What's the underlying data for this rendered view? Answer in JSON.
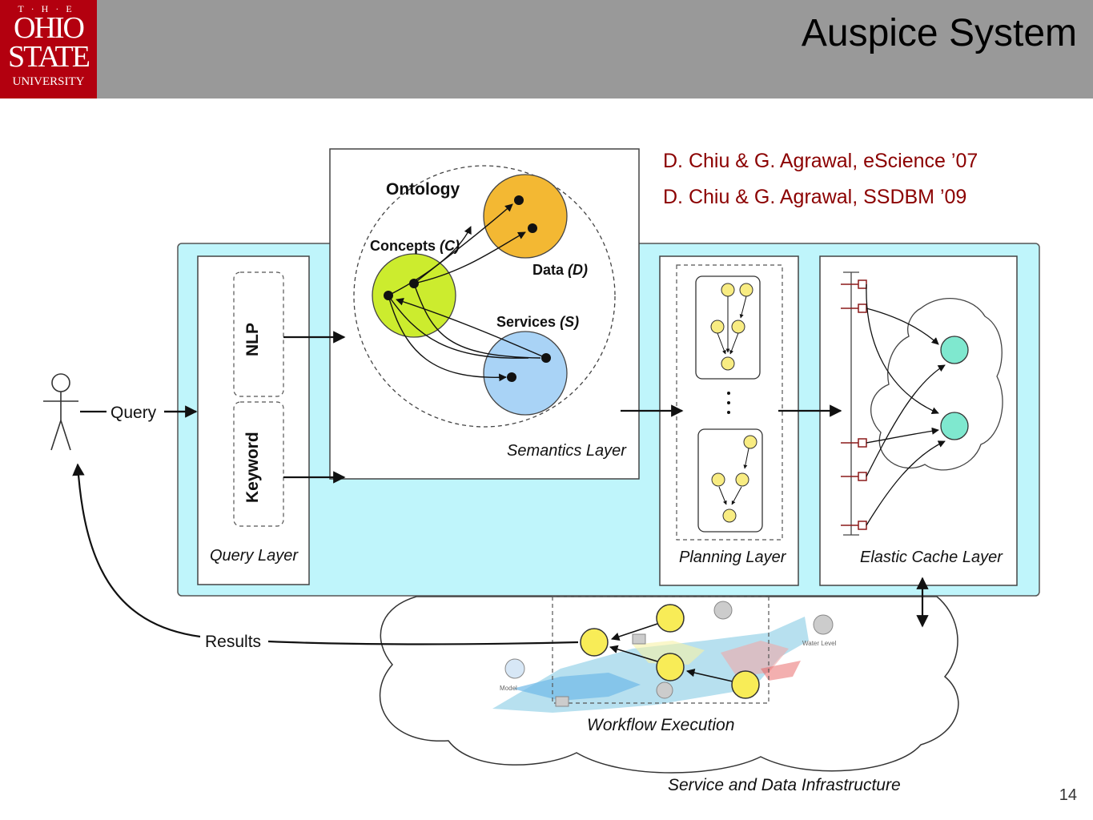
{
  "slide": {
    "title": "Auspice System",
    "page_number": "14",
    "citations": [
      "D. Chiu & G. Agrawal, eScience ’07",
      "D. Chiu & G. Agrawal, SSDBM ’09"
    ]
  },
  "logo": {
    "the": "T·H·E",
    "line1": "OHIO",
    "line2": "STATE",
    "line3": "UNIVERSITY"
  },
  "diagram": {
    "user_query": "Query",
    "results": "Results",
    "query_layer": {
      "label": "Query Layer",
      "modules": [
        "NLP",
        "Keyword"
      ]
    },
    "semantics_layer": {
      "label": "Semantics Layer",
      "ontology": "Ontology",
      "concepts": "Concepts",
      "concepts_sym": "(C)",
      "data": "Data",
      "data_sym": "(D)",
      "services": "Services",
      "services_sym": "(S)"
    },
    "planning_layer": {
      "label": "Planning Layer"
    },
    "elastic_cache_layer": {
      "label": "Elastic Cache Layer"
    },
    "workflow_execution": "Workflow Execution",
    "infrastructure": "Service and Data Infrastructure"
  },
  "colors": {
    "header_bg": "#999999",
    "logo_bg": "#b3000f",
    "citation": "#8b0000",
    "system_bg": "#bff5fb",
    "concepts": "#ccec2e",
    "data": "#f3b833",
    "services": "#a9d3f6",
    "plan_node": "#f8ec82",
    "cache_node": "#7fe8cf"
  }
}
